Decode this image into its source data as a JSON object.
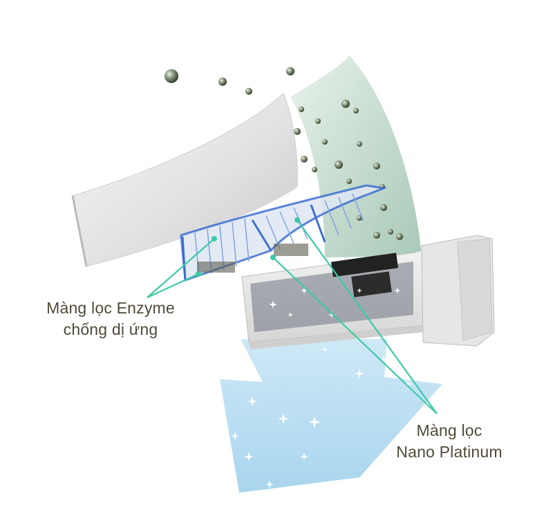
{
  "labels": {
    "enzyme_filter": {
      "line1": "Màng lọc Enzyme",
      "line2": "chống dị ứng"
    },
    "nano_platinum_filter": {
      "line1": "Màng lọc",
      "line2": "Nano Platinum"
    }
  },
  "colors": {
    "label_text": "#4f4a37",
    "callout_line": "#3cc9a7",
    "airflow_blue": "#a9d6ef",
    "intake_green": "#cfe2d7",
    "filter_blue": "#3d6fd1"
  },
  "icons": [
    "dust-particle-icon",
    "sparkle-icon"
  ]
}
